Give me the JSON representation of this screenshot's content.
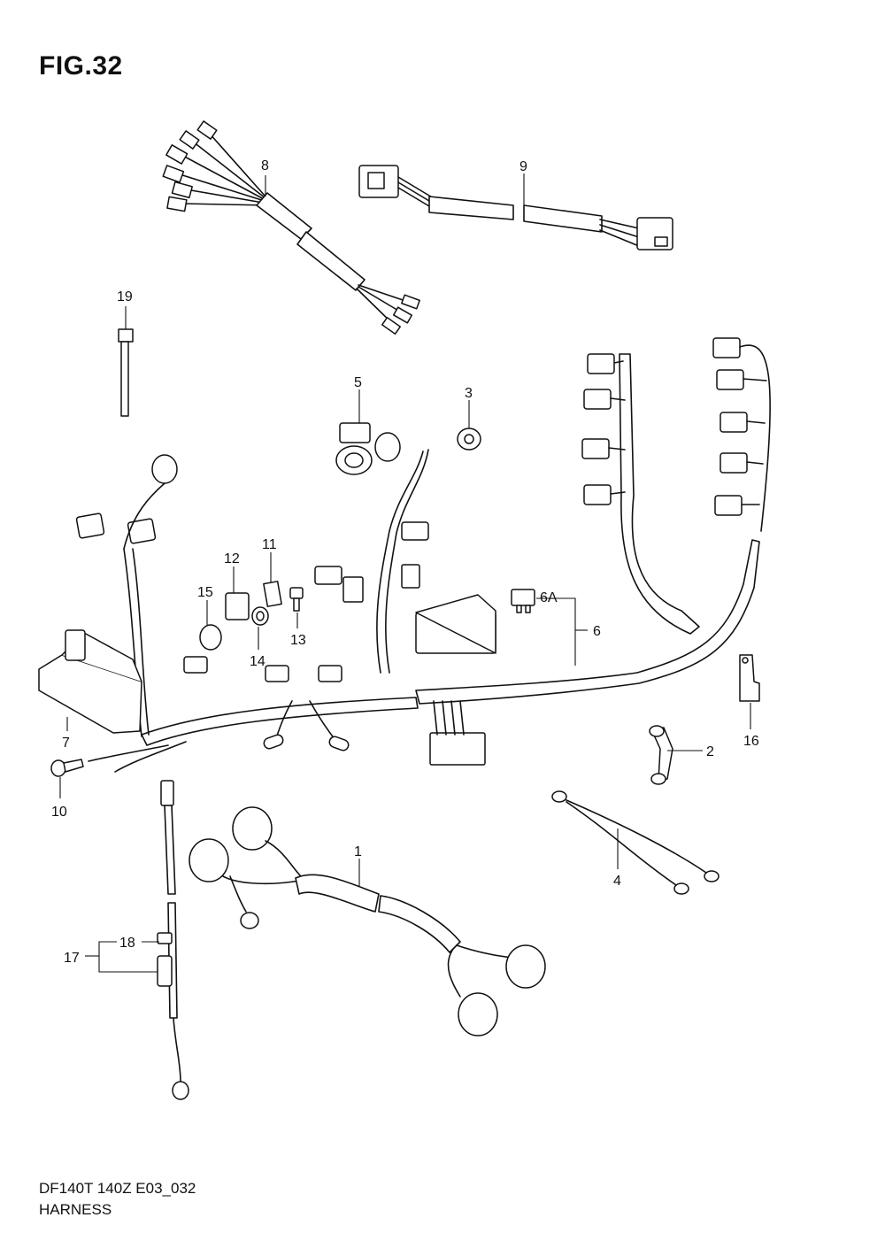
{
  "figure": {
    "title": "FIG.32",
    "code": "DF140T 140Z E03_032",
    "name": "HARNESS"
  },
  "callouts": [
    "1",
    "2",
    "3",
    "4",
    "5",
    "6",
    "6A",
    "7",
    "8",
    "9",
    "10",
    "11",
    "12",
    "13",
    "14",
    "15",
    "16",
    "17",
    "18",
    "19"
  ]
}
